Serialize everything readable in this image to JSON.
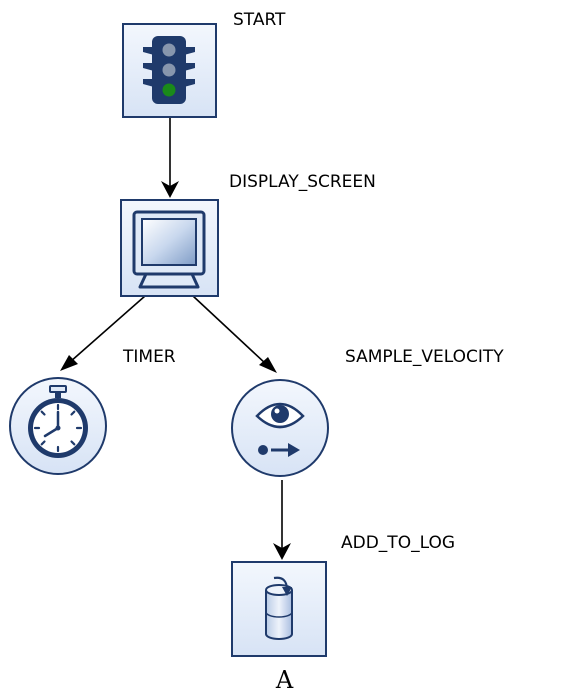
{
  "nodes": {
    "start": {
      "label": "START",
      "icon": "traffic-light-icon"
    },
    "display_screen": {
      "label": "DISPLAY_SCREEN",
      "icon": "monitor-icon"
    },
    "timer": {
      "label": "TIMER",
      "icon": "stopwatch-icon"
    },
    "sample_velocity": {
      "label": "SAMPLE_VELOCITY",
      "icon": "eye-arrow-icon"
    },
    "add_to_log": {
      "label": "ADD_TO_LOG",
      "icon": "database-cylinder-icon"
    }
  },
  "edges": [
    {
      "from": "START",
      "to": "DISPLAY_SCREEN"
    },
    {
      "from": "DISPLAY_SCREEN",
      "to": "TIMER"
    },
    {
      "from": "DISPLAY_SCREEN",
      "to": "SAMPLE_VELOCITY"
    },
    {
      "from": "SAMPLE_VELOCITY",
      "to": "ADD_TO_LOG"
    }
  ],
  "caption": "A",
  "colors": {
    "node_border": "#1f3a6b",
    "node_fill": "#dfe9f7",
    "icon_stroke": "#1f3a6b",
    "signal_green": "#1a8a1a",
    "signal_gray": "#8796ad",
    "edge": "#000000"
  }
}
